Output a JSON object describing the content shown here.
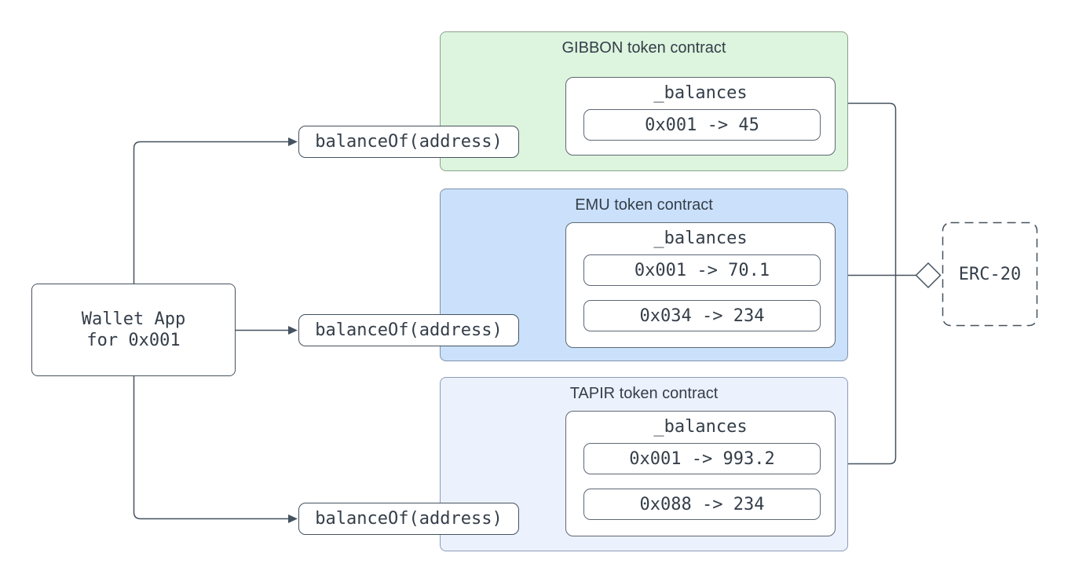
{
  "wallet": {
    "line1": "Wallet App",
    "line2": "for 0x001"
  },
  "method_calls": [
    {
      "label": "balanceOf(address)"
    },
    {
      "label": "balanceOf(address)"
    },
    {
      "label": "balanceOf(address)"
    }
  ],
  "contracts": [
    {
      "title": "GIBBON token contract",
      "fill": "#ddf4de",
      "border": "#8aa38a",
      "mapping_title": "_balances",
      "entries": [
        "0x001 -> 45"
      ]
    },
    {
      "title": "EMU token contract",
      "fill": "#cbe1fb",
      "border": "#7d91ad",
      "mapping_title": "_balances",
      "entries": [
        "0x001 -> 70.1",
        "0x034 -> 234"
      ]
    },
    {
      "title": "TAPIR token contract",
      "fill": "#ecf2fd",
      "border": "#8b9cb8",
      "mapping_title": "_balances",
      "entries": [
        "0x001 -> 993.2",
        "0x088 -> 234"
      ]
    }
  ],
  "interface": {
    "label": "ERC-20"
  },
  "colors": {
    "background": "#ffffff",
    "line": "#45525f",
    "text": "#343e49",
    "box_fill": "#ffffff"
  }
}
